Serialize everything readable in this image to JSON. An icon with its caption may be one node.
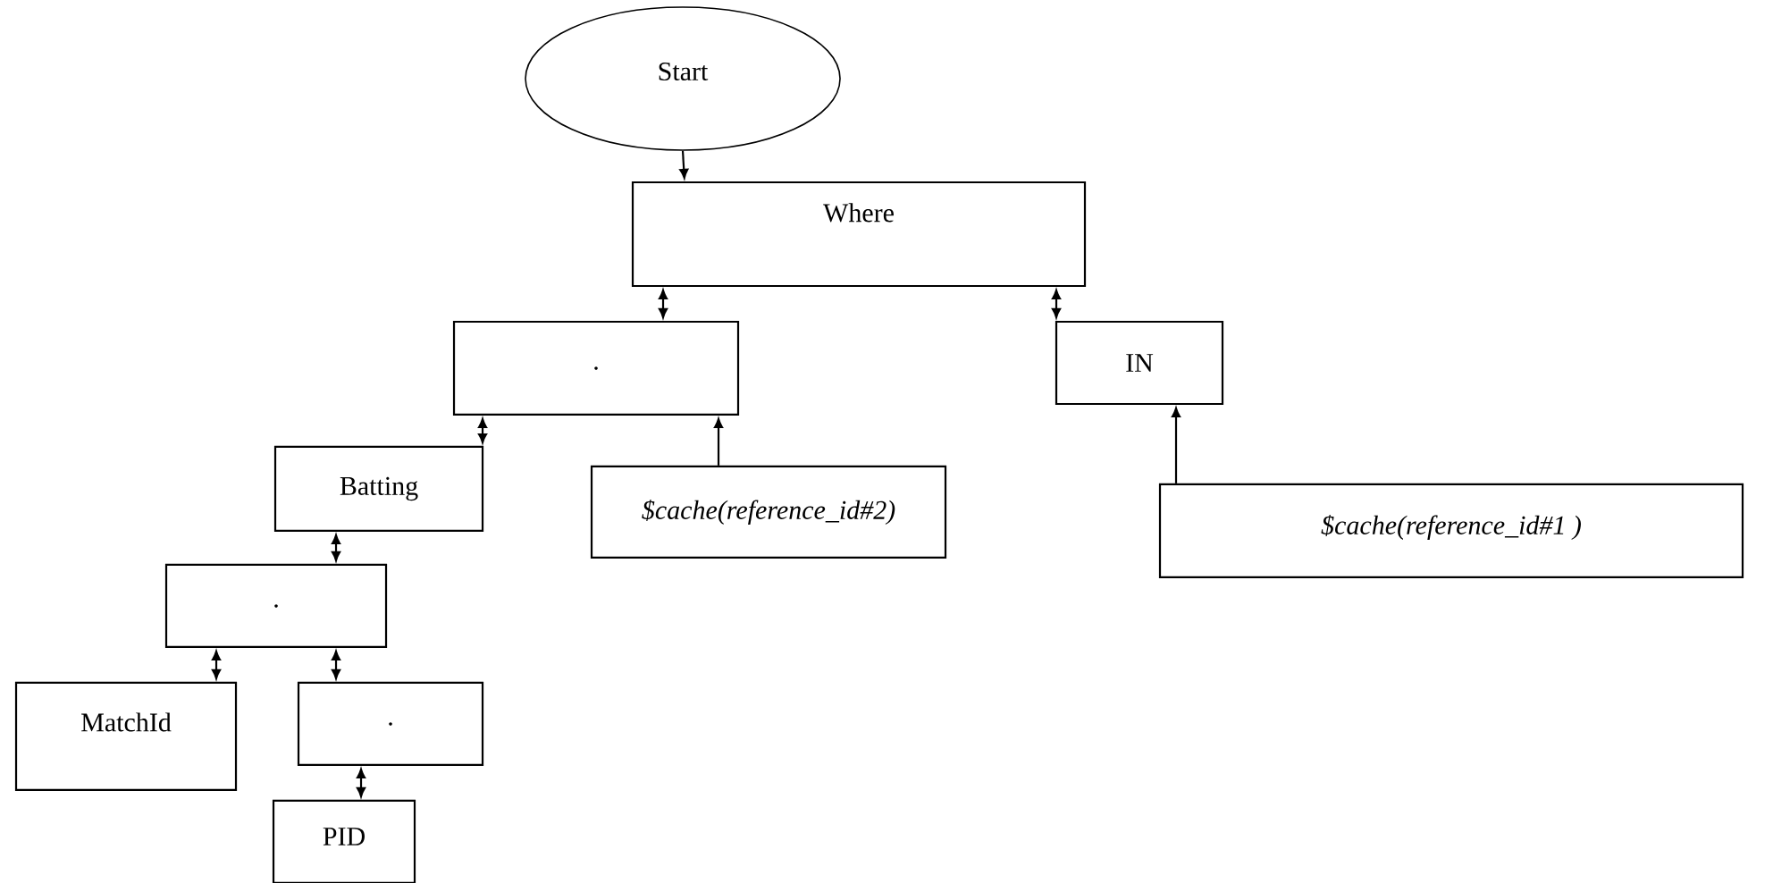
{
  "diagram": {
    "nodes": [
      {
        "text": [
          "Start"
        ]
      },
      {
        "text": [
          "Where"
        ]
      },
      {
        "text": [
          "."
        ]
      },
      {
        "text": [
          "IN"
        ]
      },
      {
        "text": [
          "Batting"
        ]
      },
      {
        "text": [
          "$cache(reference_id#2)"
        ]
      },
      {
        "text": [
          "$cache(reference_id#1 )"
        ]
      },
      {
        "text": [
          "."
        ]
      },
      {
        "text": [
          "MatchId"
        ]
      },
      {
        "text": [
          "."
        ]
      },
      {
        "text": [
          "PID"
        ]
      }
    ],
    "edges": [
      {
        "from": 0,
        "to": 1,
        "arrow": "to"
      },
      {
        "from": 1,
        "to": 2,
        "arrow": "both"
      },
      {
        "from": 1,
        "to": 3,
        "arrow": "both"
      },
      {
        "from": 2,
        "to": 4,
        "arrow": "both"
      },
      {
        "from": 5,
        "to": 2,
        "arrow": "to"
      },
      {
        "from": 6,
        "to": 3,
        "arrow": "to"
      },
      {
        "from": 4,
        "to": 7,
        "arrow": "both"
      },
      {
        "from": 7,
        "to": 8,
        "arrow": "both"
      },
      {
        "from": 7,
        "to": 9,
        "arrow": "both"
      },
      {
        "from": 9,
        "to": 10,
        "arrow": "both"
      }
    ]
  }
}
